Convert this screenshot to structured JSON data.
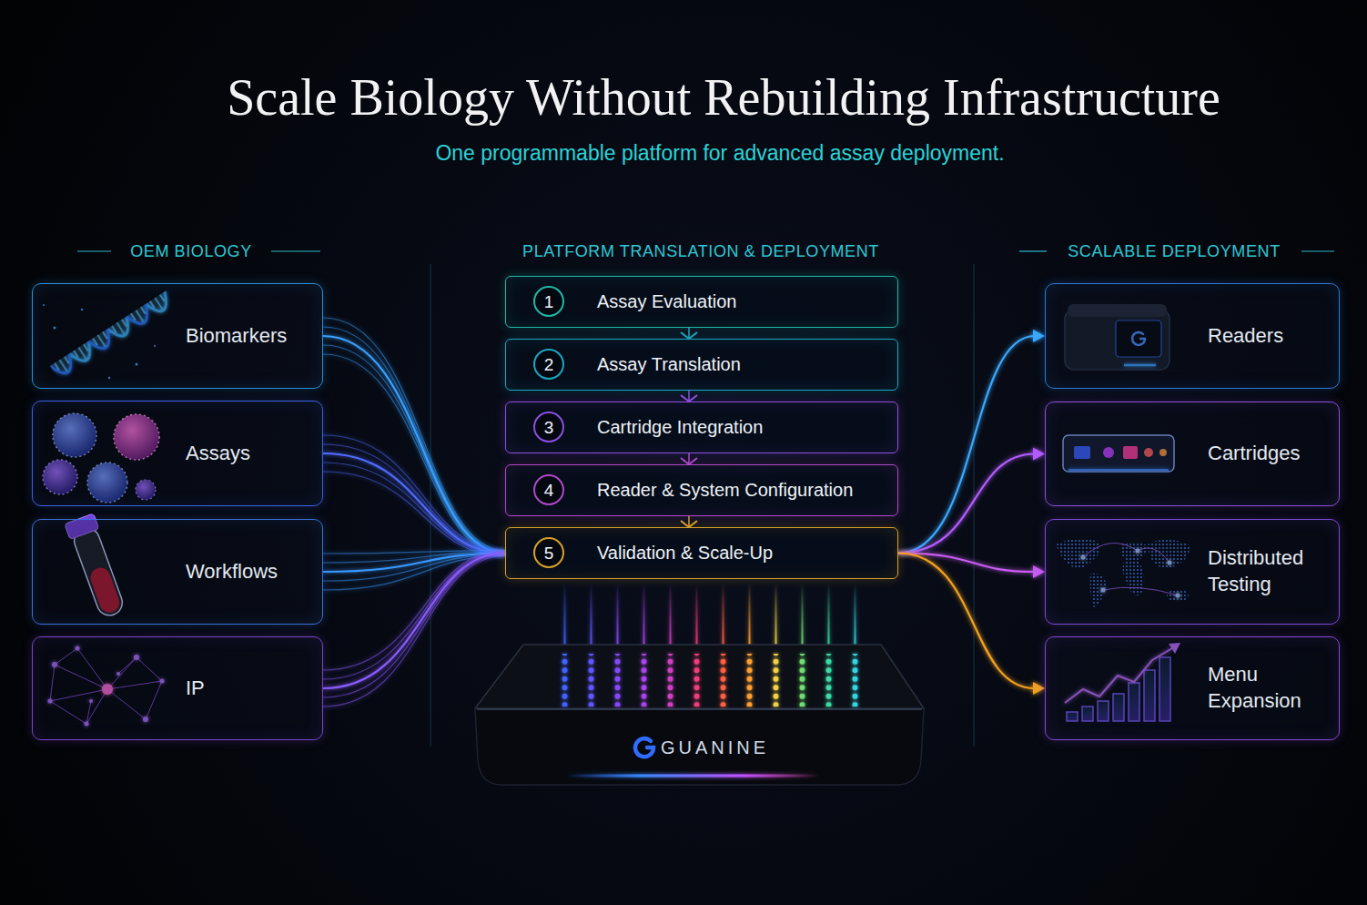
{
  "diagram": {
    "title": "Scale Biology Without Rebuilding Infrastructure",
    "nodes": [
      {
        "text": [
          "Biomarkers"
        ]
      },
      {
        "text": [
          "Assays"
        ]
      },
      {
        "text": [
          "Workflows"
        ]
      },
      {
        "text": [
          "IP"
        ]
      },
      {
        "text": [
          "Assay Evaluation"
        ]
      },
      {
        "text": [
          "1"
        ],
        "in": 4
      },
      {
        "text": [
          "Assay Translation"
        ]
      },
      {
        "text": [
          "2"
        ],
        "in": 6
      },
      {
        "text": [
          "Cartridge Integration"
        ]
      },
      {
        "text": [
          "3"
        ],
        "in": 8
      },
      {
        "text": [
          "Reader & System Configuration"
        ]
      },
      {
        "text": [
          "4"
        ],
        "in": 10
      },
      {
        "text": [
          "Validation & Scale-Up"
        ]
      },
      {
        "text": [
          "5"
        ],
        "in": 12
      },
      {
        "text": [
          "GUANINE"
        ]
      },
      {
        "text": [
          "Readers"
        ]
      },
      {
        "text": [
          "Cartridges"
        ]
      },
      {
        "text": [
          "Distributed Testing"
        ]
      },
      {
        "text": [
          "Menu Expansion"
        ]
      }
    ],
    "edges": [
      {
        "from": 0,
        "to": 12,
        "arrow": "none"
      },
      {
        "from": 1,
        "to": 12,
        "arrow": "none"
      },
      {
        "from": 2,
        "to": 12,
        "arrow": "none"
      },
      {
        "from": 3,
        "to": 12,
        "arrow": "none"
      },
      {
        "from": 4,
        "to": 6,
        "arrow": "to"
      },
      {
        "from": 6,
        "to": 8,
        "arrow": "to"
      },
      {
        "from": 8,
        "to": 10,
        "arrow": "to"
      },
      {
        "from": 10,
        "to": 12,
        "arrow": "to"
      },
      {
        "from": 12,
        "to": 15,
        "arrow": "to"
      },
      {
        "from": 12,
        "to": 16,
        "arrow": "to"
      },
      {
        "from": 12,
        "to": 17,
        "arrow": "to"
      },
      {
        "from": 12,
        "to": 18,
        "arrow": "to"
      }
    ],
    "labels": [
      "One programmable platform for advanced assay deployment.",
      "OEM BIOLOGY",
      "PLATFORM TRANSLATION & DEPLOYMENT",
      "SCALABLE DEPLOYMENT"
    ]
  }
}
